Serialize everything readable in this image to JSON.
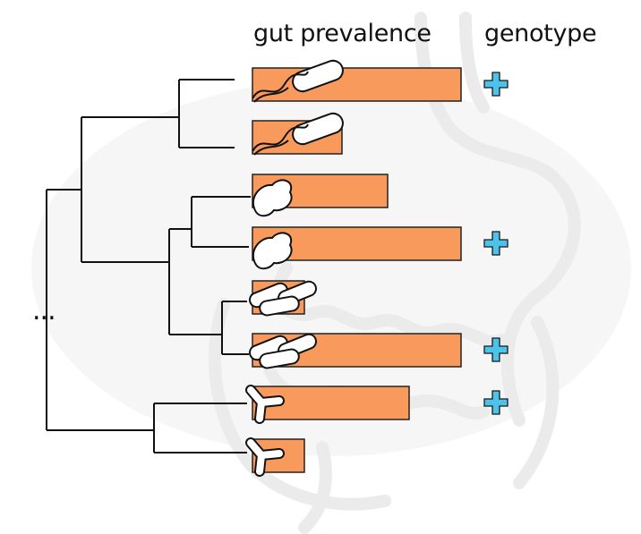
{
  "headers": {
    "prevalence": "gut prevalence",
    "genotype": "genotype"
  },
  "ellipsis": "...",
  "colors": {
    "bar": "#f79a5c",
    "bar_stroke": "#222222",
    "plus": "#4cc3e8",
    "tree": "#111111",
    "background_art": "#ececec"
  },
  "taxa": [
    {
      "morphology": "spirochete",
      "prevalence": 1.0,
      "genotype_plus": true
    },
    {
      "morphology": "spirochete",
      "prevalence": 0.43,
      "genotype_plus": false
    },
    {
      "morphology": "coccus-cluster",
      "prevalence": 0.65,
      "genotype_plus": false
    },
    {
      "morphology": "coccus-cluster",
      "prevalence": 1.0,
      "genotype_plus": true
    },
    {
      "morphology": "rod",
      "prevalence": 0.25,
      "genotype_plus": false
    },
    {
      "morphology": "rod",
      "prevalence": 1.0,
      "genotype_plus": true
    },
    {
      "morphology": "branched",
      "prevalence": 0.75,
      "genotype_plus": true
    },
    {
      "morphology": "branched",
      "prevalence": 0.25,
      "genotype_plus": false
    }
  ]
}
